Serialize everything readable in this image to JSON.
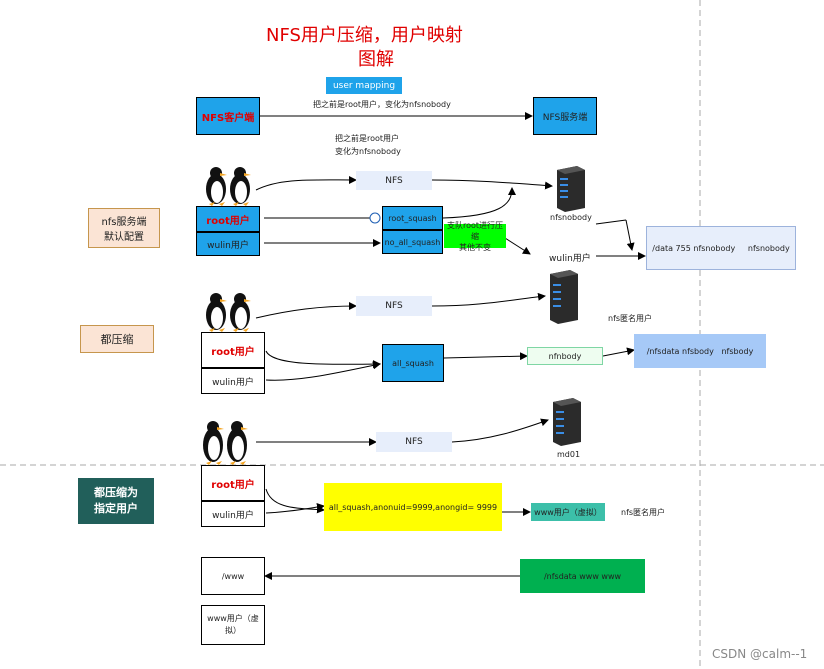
{
  "title": {
    "line1": "NFS用户压缩，用户映射",
    "line2": "图解"
  },
  "top": {
    "user_mapping": "user mapping",
    "arrow_note": "把之前是root用户，变化为nfsnobody",
    "client": "NFS客户端",
    "server": "NFS服务端",
    "note_line1": "把之前是root用户",
    "note_line2": "变化为nfsnobody"
  },
  "section1": {
    "side_label_line1": "nfs服务端",
    "side_label_line2": "默认配置",
    "root_user": "root用户",
    "wulin_user": "wulin用户",
    "nfs": "NFS",
    "root_squash": "root_squash",
    "no_all_squash": "no_all_squash",
    "green_note_line1": "支队root进行压缩",
    "green_note_line2": "其他不变",
    "nfsnobody": "nfsnobody",
    "wulin_user_right": "wulin用户",
    "data_box": "/data 755 nfsnobody     nfsnobody"
  },
  "section2": {
    "side_label": "都压缩",
    "root_user": "root用户",
    "wulin_user": "wulin用户",
    "nfs": "NFS",
    "all_squash": "all_squash",
    "nfnbody": "nfnbody",
    "anon_label": "nfs匿名用户",
    "nfsdata_box": "/nfsdata nfsbody   nfsbody"
  },
  "section3": {
    "nfs": "NFS",
    "server_label": "md01"
  },
  "section4": {
    "side_label_line1": "都压缩为",
    "side_label_line2": "指定用户",
    "root_user": "root用户",
    "wulin_user": "wulin用户",
    "squash_box": "all_squash,anonuid=9999,anongid= 9999",
    "www_virtual": "www用户（虚拟）",
    "anon_label": "nfs匿名用户",
    "www_box": "/www",
    "nfsdata_www": "/nfsdata www www",
    "www_user_line1": "www用户（虚",
    "www_user_line2": "拟）"
  },
  "watermark": "CSDN @calm--1",
  "colors": {
    "title_red": "#e00000",
    "blue_box": "#1fa3ea",
    "dark_blue_box": "#0070c0",
    "light_blue": "#e7eefb",
    "orange_box": "#fbe4d5",
    "teal_box": "#215f5a",
    "yellow": "#ffff00",
    "green_box": "#00b050",
    "green_note": "#00ff00"
  }
}
